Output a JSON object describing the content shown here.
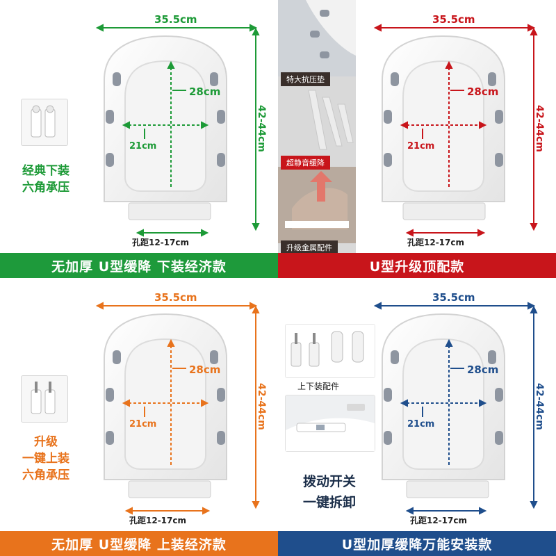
{
  "panels": [
    {
      "id": "classic",
      "color": "#1d9a37",
      "width_label": "35.5cm",
      "height_label": "42-44cm",
      "inner_height_label": "28cm",
      "inner_width_label": "21cm",
      "hole_label": "孔距12-17cm",
      "side_text_line1": "经典下装",
      "side_text_line2": "六角承压",
      "banner": "无加厚  U型缓降  下装经济款",
      "banner_bg": "#1e9a3b"
    },
    {
      "id": "upgrade",
      "color": "#c8151b",
      "width_label": "35.5cm",
      "height_label": "42-44cm",
      "inner_height_label": "28cm",
      "inner_width_label": "21cm",
      "hole_label": "孔距12-17cm",
      "tag_top": "特大抗压垫",
      "tag_mid": "超静音缓降",
      "tag_bottom": "升级金属配件",
      "banner": "U型升级顶配款",
      "banner_bg": "#c8151b"
    },
    {
      "id": "top-mount",
      "color": "#e8731c",
      "width_label": "35.5cm",
      "height_label": "42-44cm",
      "inner_height_label": "28cm",
      "inner_width_label": "21cm",
      "hole_label": "孔距12-17cm",
      "side_text_line1": "升级",
      "side_text_line2": "一键上装",
      "side_text_line3": "六角承压",
      "banner": "无加厚  U型缓降  上装经济款",
      "banner_bg": "#e8731c"
    },
    {
      "id": "universal",
      "color": "#1f4e8c",
      "width_label": "35.5cm",
      "height_label": "42-44cm",
      "inner_height_label": "28cm",
      "inner_width_label": "21cm",
      "hole_label": "孔距12-17cm",
      "fittings_caption": "上下装配件",
      "quick_line1": "拨动开关",
      "quick_line2": "一键拆卸",
      "banner": "U型加厚缓降万能安装款",
      "banner_bg": "#1f4e8c"
    }
  ]
}
